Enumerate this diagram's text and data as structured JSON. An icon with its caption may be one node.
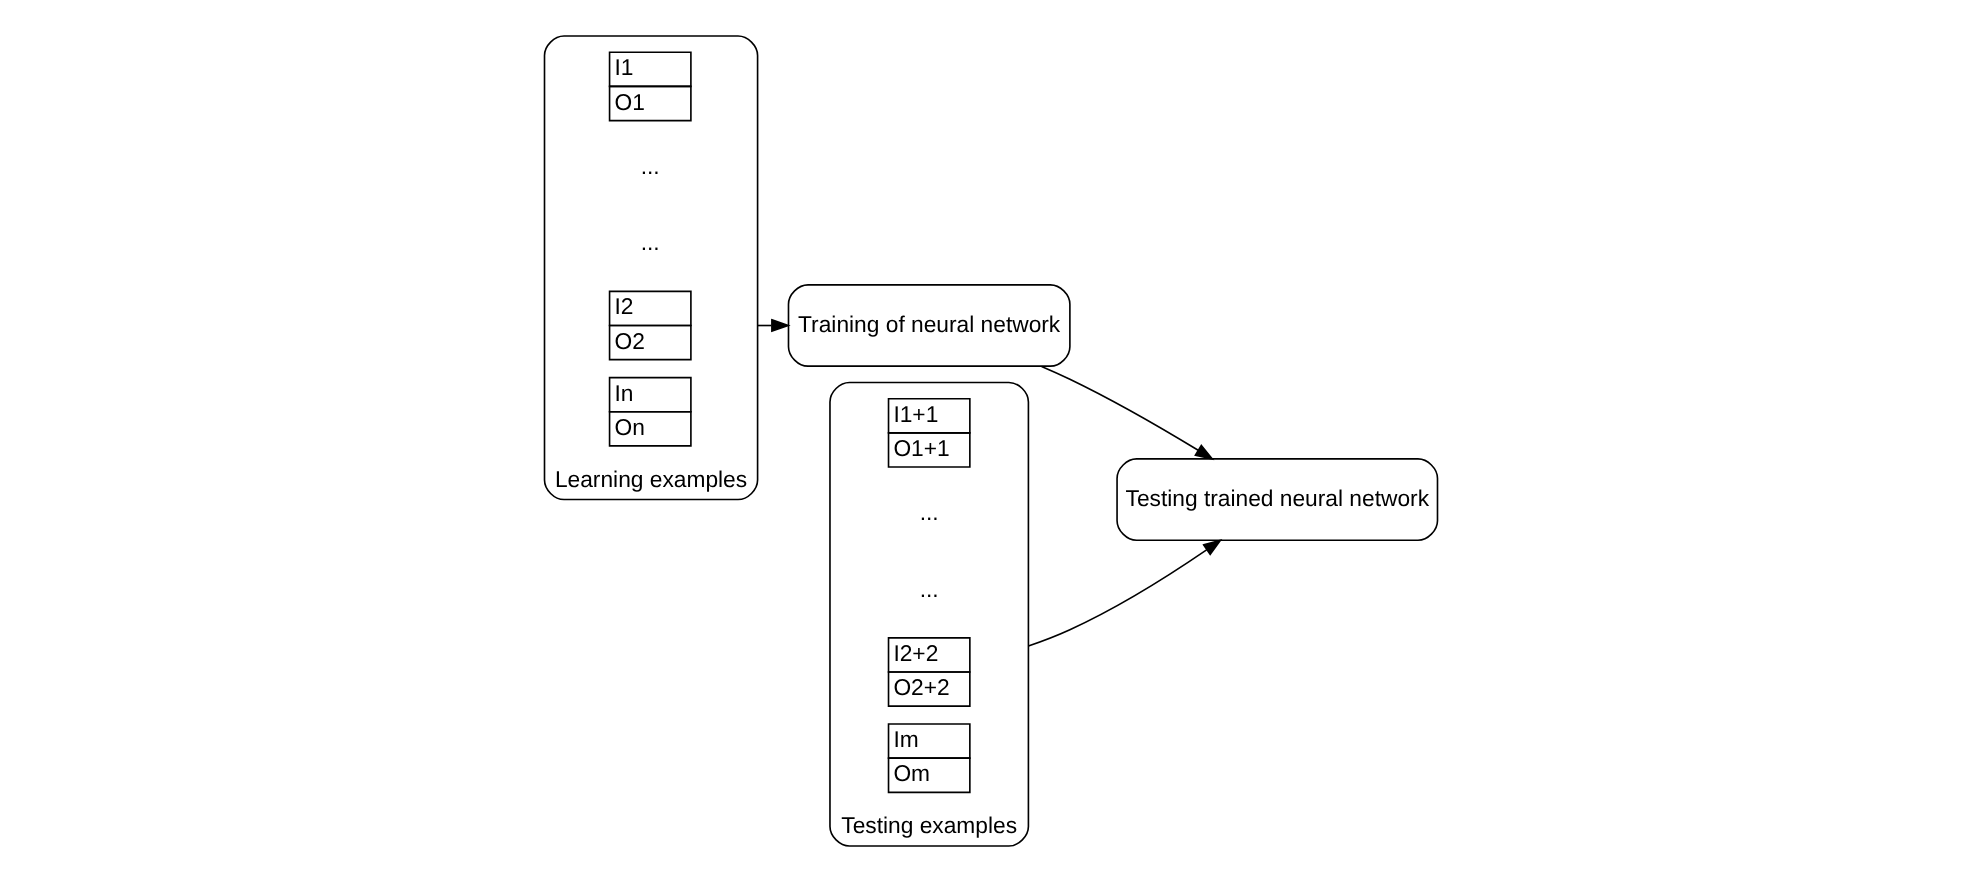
{
  "diagram": {
    "nodes": [
      {
        "text": [
          "Learning examples"
        ]
      },
      {
        "text": [
          "I1",
          "O1"
        ],
        "in": 0
      },
      {
        "text": [
          "I2",
          "O2"
        ],
        "in": 0
      },
      {
        "text": [
          "In",
          "On"
        ],
        "in": 0
      },
      {
        "text": [
          "Training of neural network"
        ]
      },
      {
        "text": [
          "Testing trained neural network"
        ]
      },
      {
        "text": [
          "Testing examples"
        ]
      },
      {
        "text": [
          "I1+1",
          "O1+1"
        ],
        "in": 6
      },
      {
        "text": [
          "I2+2",
          "O2+2"
        ],
        "in": 6
      },
      {
        "text": [
          "Im",
          "Om"
        ],
        "in": 6
      }
    ],
    "edges": [
      {
        "from": 0,
        "to": 4,
        "arrow": "to"
      },
      {
        "from": 4,
        "to": 5,
        "arrow": "to"
      },
      {
        "from": 6,
        "to": 5,
        "arrow": "to"
      }
    ],
    "labels": [
      "...",
      "...",
      "...",
      "..."
    ]
  }
}
